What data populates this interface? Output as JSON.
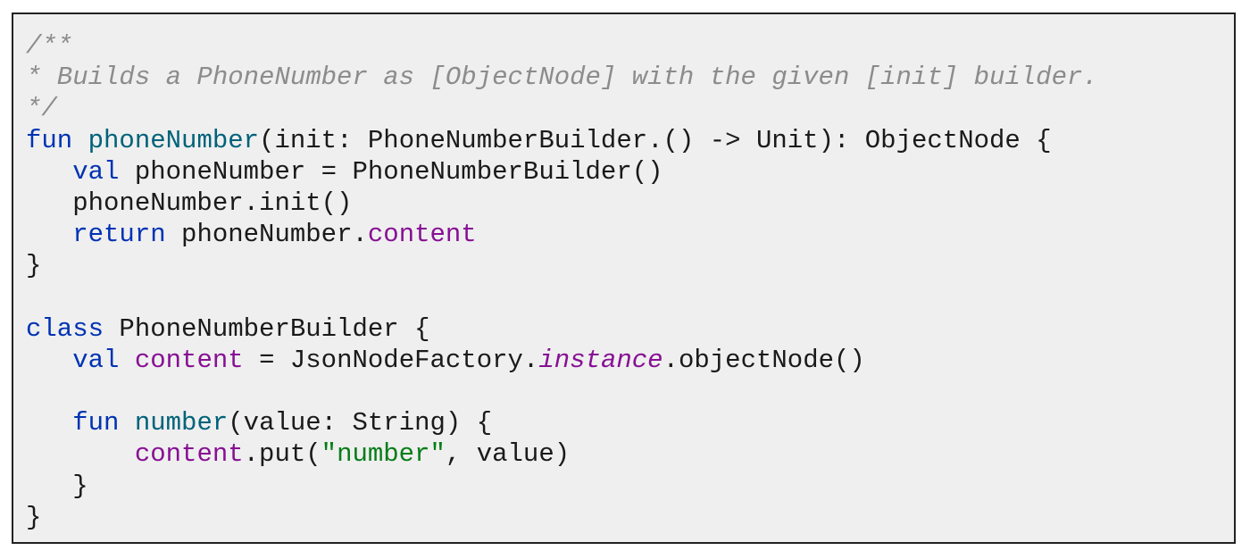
{
  "code": {
    "language": "kotlin",
    "lines": [
      [
        {
          "t": "comment",
          "v": "/**"
        }
      ],
      [
        {
          "t": "comment",
          "v": "* Builds a PhoneNumber as [ObjectNode] with the given [init] builder."
        }
      ],
      [
        {
          "t": "comment",
          "v": "*/"
        }
      ],
      [
        {
          "t": "keyword",
          "v": "fun"
        },
        {
          "t": "plain",
          "v": " "
        },
        {
          "t": "function",
          "v": "phoneNumber"
        },
        {
          "t": "plain",
          "v": "(init: PhoneNumberBuilder.() -> Unit): ObjectNode {"
        }
      ],
      [
        {
          "t": "plain",
          "v": "   "
        },
        {
          "t": "keyword",
          "v": "val"
        },
        {
          "t": "plain",
          "v": " phoneNumber = PhoneNumberBuilder()"
        }
      ],
      [
        {
          "t": "plain",
          "v": "   phoneNumber.init()"
        }
      ],
      [
        {
          "t": "plain",
          "v": "   "
        },
        {
          "t": "keyword",
          "v": "return"
        },
        {
          "t": "plain",
          "v": " phoneNumber."
        },
        {
          "t": "property",
          "v": "content"
        }
      ],
      [
        {
          "t": "plain",
          "v": "}"
        }
      ],
      [],
      [
        {
          "t": "keyword",
          "v": "class"
        },
        {
          "t": "plain",
          "v": " PhoneNumberBuilder {"
        }
      ],
      [
        {
          "t": "plain",
          "v": "   "
        },
        {
          "t": "keyword",
          "v": "val"
        },
        {
          "t": "plain",
          "v": " "
        },
        {
          "t": "property",
          "v": "content"
        },
        {
          "t": "plain",
          "v": " = JsonNodeFactory."
        },
        {
          "t": "static",
          "v": "instance"
        },
        {
          "t": "plain",
          "v": ".objectNode()"
        }
      ],
      [],
      [
        {
          "t": "plain",
          "v": "   "
        },
        {
          "t": "keyword",
          "v": "fun"
        },
        {
          "t": "plain",
          "v": " "
        },
        {
          "t": "function",
          "v": "number"
        },
        {
          "t": "plain",
          "v": "(value: String) {"
        }
      ],
      [
        {
          "t": "plain",
          "v": "       "
        },
        {
          "t": "property",
          "v": "content"
        },
        {
          "t": "plain",
          "v": ".put("
        },
        {
          "t": "string",
          "v": "\"number\""
        },
        {
          "t": "plain",
          "v": ", value)"
        }
      ],
      [
        {
          "t": "plain",
          "v": "   }"
        }
      ],
      [
        {
          "t": "plain",
          "v": "}"
        }
      ]
    ]
  },
  "colors": {
    "background": "#efefef",
    "keyword": "#0033b3",
    "function": "#00627a",
    "property": "#871094",
    "string": "#067d17",
    "comment": "#8c8c8c"
  }
}
